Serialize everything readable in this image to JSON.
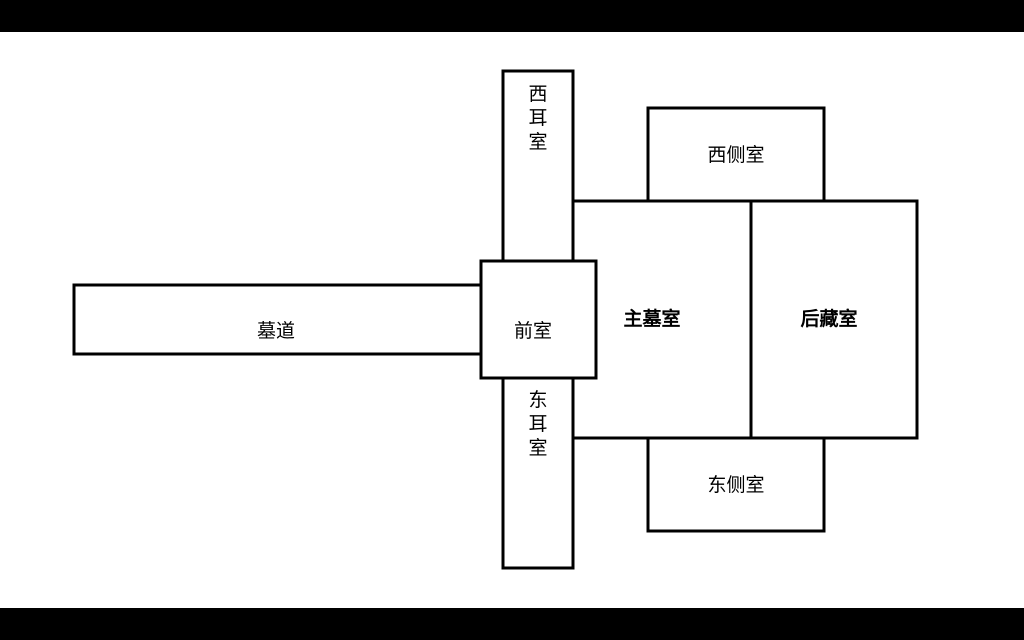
{
  "diagram": {
    "rooms": {
      "tomb_passage": "墓道",
      "west_ear_chamber": "西耳室",
      "east_ear_chamber": "东耳室",
      "front_chamber": "前室",
      "west_side_chamber": "西侧室",
      "east_side_chamber": "东侧室",
      "main_tomb_chamber": "主墓室",
      "rear_storage_chamber": "后藏室"
    }
  }
}
